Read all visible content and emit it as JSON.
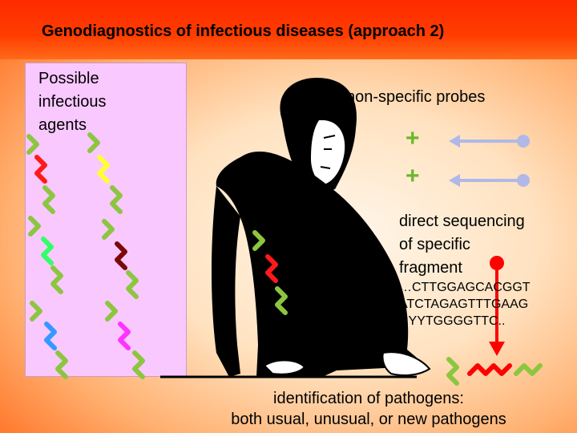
{
  "title": "Genodiagnostics of infectious diseases (approach 2)",
  "agents_label": "Possible\ninfectious\nagents",
  "probes_label": "non-specific probes",
  "plus_sign": "+",
  "sequencing_label": "direct sequencing\nof specific\nfragment",
  "sequence_text": "…CTTGGAGCACGGT\nATCTAGAGTTTGAAG\nCYYTGGGGTTC..",
  "identification_label": "identification of pathogens:\nboth usual, unusual, or new pathogens",
  "colors": {
    "background_center": "#fff6ea",
    "background_edge": "#ff4a00",
    "panel": "#f9c8ff",
    "strand_base": "#8cc63f",
    "probe": "#b0b8e8",
    "plus": "#6ab82a",
    "highlight": "#ff0000",
    "silhouette": "#000000",
    "agent_colors": [
      "#ff1a1a",
      "#ffff33",
      "#33ff66",
      "#7a0a0a",
      "#3399ff",
      "#ff33ff"
    ]
  },
  "icons": [
    "doctor-silhouette",
    "dna-strand",
    "probe-arrow",
    "sequencing-arrow"
  ]
}
